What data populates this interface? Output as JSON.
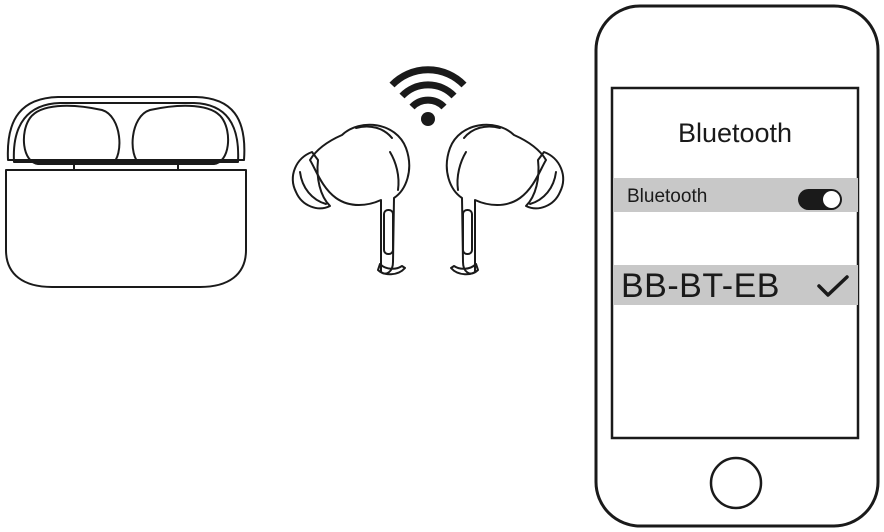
{
  "phone": {
    "screen_title": "Bluetooth",
    "setting_label": "Bluetooth",
    "toggle_state": "on",
    "device_name": "BB-BT-EB",
    "device_selected": true
  },
  "icons": {
    "signal": "wifi-signal-icon",
    "check": "checkmark-icon"
  },
  "colors": {
    "ink": "#1a1a1a",
    "highlight": "#c8c8c8"
  }
}
